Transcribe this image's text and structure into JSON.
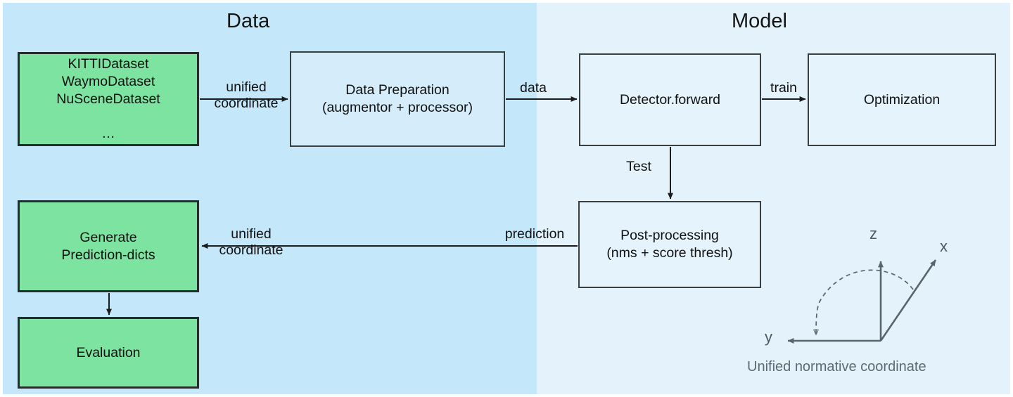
{
  "panels": {
    "data": {
      "title": "Data",
      "color": "#c5e7fa"
    },
    "model": {
      "title": "Model",
      "color": "#e3f2fb"
    }
  },
  "nodes": {
    "datasets": {
      "label": "KITTIDataset\nWaymoDataset\nNuSceneDataset\n\n…",
      "fill": "#7ce3a0"
    },
    "data_preparation": {
      "label": "Data Preparation\n(augmentor + processor)",
      "fill": "#d5ecfb"
    },
    "detector_forward": {
      "label": "Detector.forward",
      "fill": "#e4f3fc"
    },
    "optimization": {
      "label": "Optimization",
      "fill": "#e4f3fc"
    },
    "post_processing": {
      "label": "Post-processing\n(nms + score thresh)",
      "fill": "#e4f3fc"
    },
    "generate_prediction_dicts": {
      "label": "Generate\nPrediction-dicts",
      "fill": "#7ce3a0"
    },
    "evaluation": {
      "label": "Evaluation",
      "fill": "#7ce3a0"
    }
  },
  "edges": {
    "datasets_to_prep": {
      "label": "unified\ncoordinate"
    },
    "prep_to_detector": {
      "label": "data"
    },
    "detector_to_optimization": {
      "label": "train"
    },
    "detector_to_postproc": {
      "label": "Test"
    },
    "postproc_to_generate": {
      "label": "prediction"
    },
    "postproc_to_generate_left": {
      "label": "unified\ncoordinate"
    },
    "generate_to_evaluation": {
      "label": ""
    }
  },
  "coordinate_frame": {
    "caption": "Unified normative coordinate",
    "axis_x": "x",
    "axis_y": "y",
    "axis_z": "z",
    "stroke": "#5a6469"
  }
}
